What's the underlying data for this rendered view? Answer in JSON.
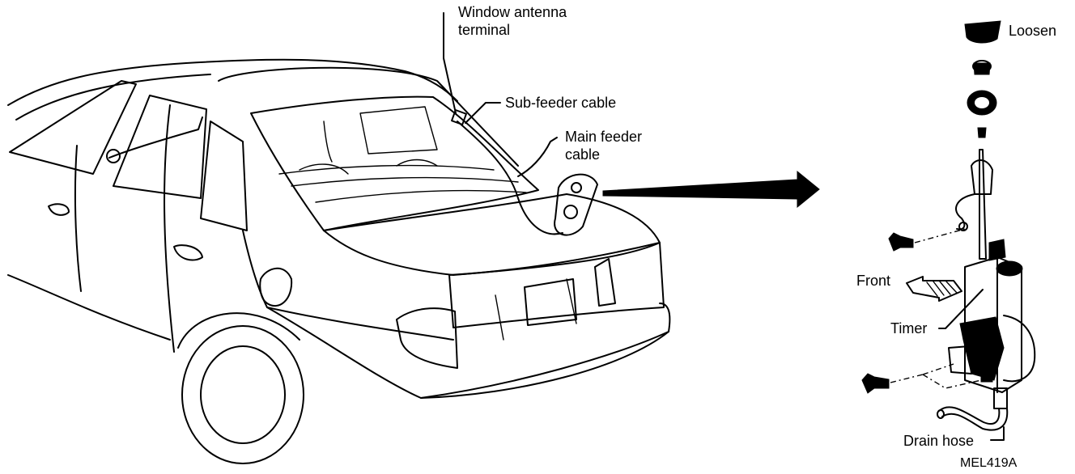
{
  "labels": {
    "window_antenna_terminal_line1": "Window antenna",
    "window_antenna_terminal_line2": "terminal",
    "sub_feeder_cable": "Sub-feeder cable",
    "main_feeder_cable_line1": "Main feeder",
    "main_feeder_cable_line2": "cable",
    "loosen": "Loosen",
    "front": "Front",
    "timer": "Timer",
    "drain_hose": "Drain hose",
    "figure_code": "MEL419A"
  }
}
